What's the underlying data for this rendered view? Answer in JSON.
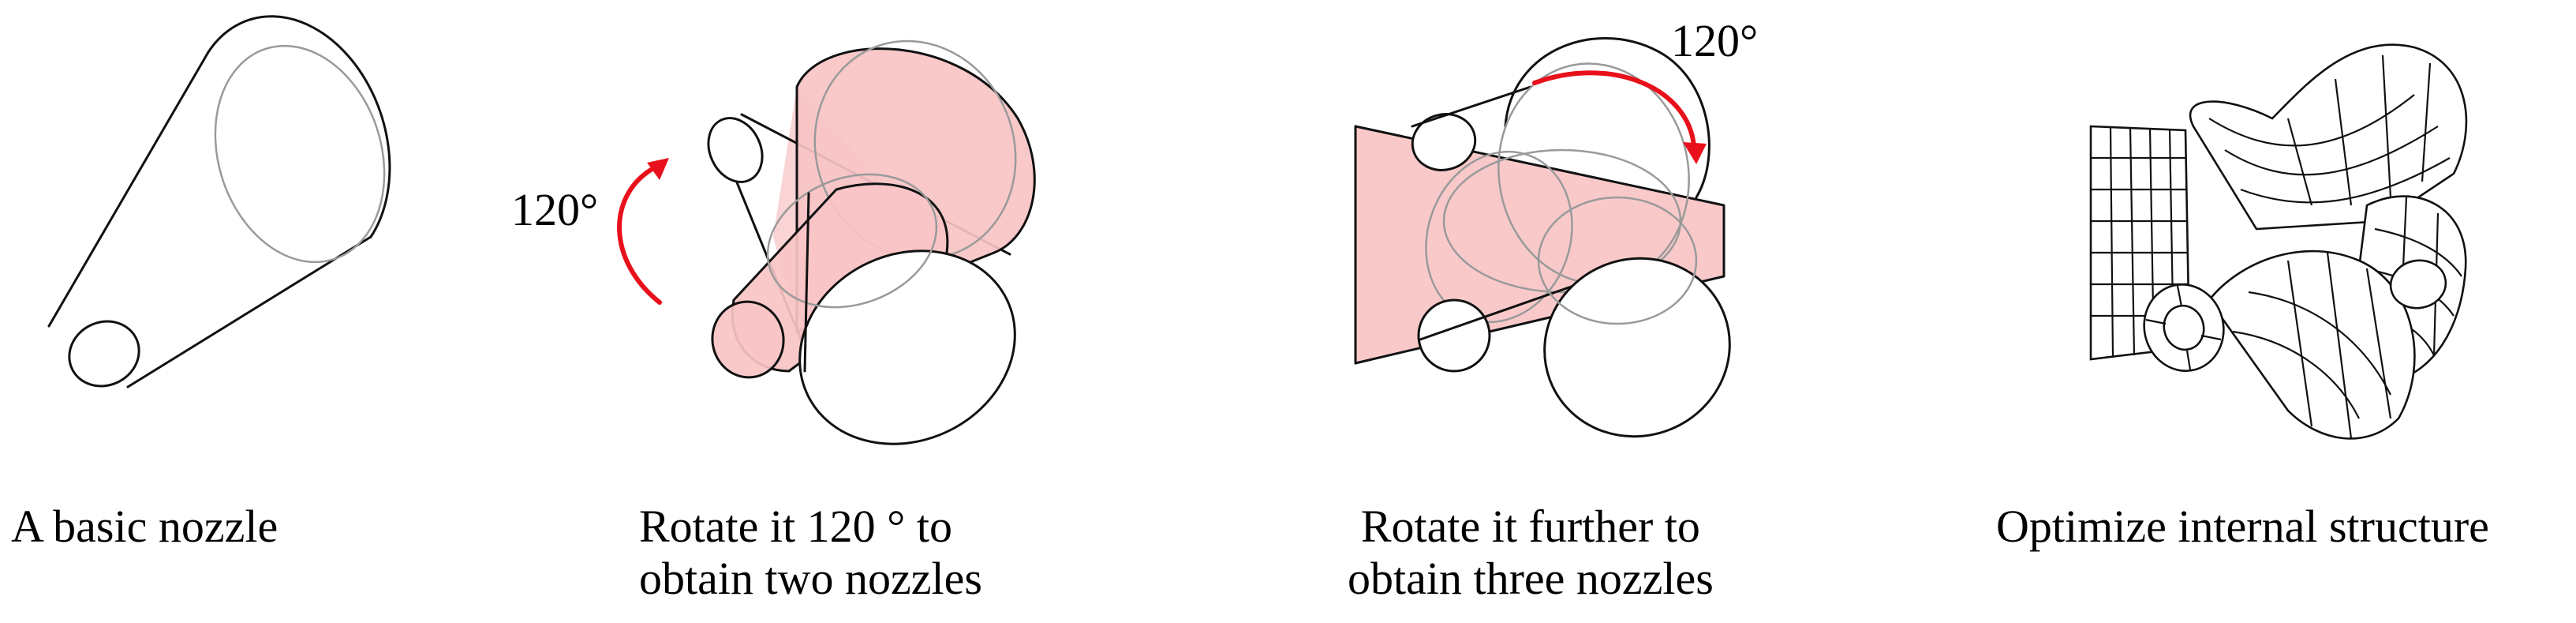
{
  "panels": [
    {
      "caption_lines": [
        "A basic nozzle"
      ]
    },
    {
      "caption_lines": [
        "Rotate it 120 ° to",
        "obtain two nozzles"
      ],
      "angle_label": "120°"
    },
    {
      "caption_lines": [
        "Rotate it further to",
        "obtain three nozzles"
      ],
      "angle_label": "120°"
    },
    {
      "caption_lines": [
        "Optimize internal structure"
      ]
    }
  ],
  "colors": {
    "outline": "#111111",
    "hidden_line": "#9a9a9a",
    "highlight_fill": "#f8c4c6",
    "rotation_arrow": "#e8101a",
    "background": "#ffffff"
  }
}
